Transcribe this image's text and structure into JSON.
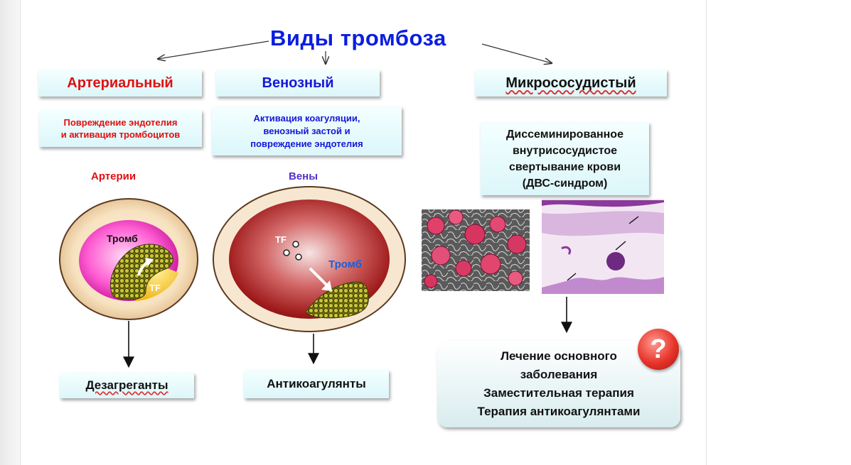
{
  "title": "Виды тромбоза",
  "types": {
    "arterial": "Артериальный",
    "venous": "Венозный",
    "micro": "Микрососудистый"
  },
  "descriptions": {
    "arterial": [
      "Повреждение эндотелия",
      "и активация тромбоцитов"
    ],
    "venous": [
      "Активация коагуляции,",
      "венозный застой и",
      "повреждение эндотелия"
    ],
    "dic": [
      "Диссеминированное",
      "внутрисосудистое",
      "свертывание крови",
      "(ДВС-синдром)"
    ]
  },
  "vessel_labels": {
    "arterial": "Артерии",
    "venous": "Вены"
  },
  "diagram_labels": {
    "arterial_thrombus": "Тромб",
    "arterial_tf": "TF",
    "venous_tf": "TF",
    "venous_thrombus": "Тромб"
  },
  "results": {
    "arterial": "Дезагреганты",
    "venous": "Антикоагулянты"
  },
  "treatment": [
    "Лечение основного",
    "заболевания",
    "Заместительная терапия",
    "Терапия антикоагулянтами"
  ],
  "question_mark": "?",
  "colors": {
    "title": "#0a1ee0",
    "arterial": "#e01010",
    "venous": "#1418d8",
    "vessel_venous_label": "#5530c8"
  }
}
